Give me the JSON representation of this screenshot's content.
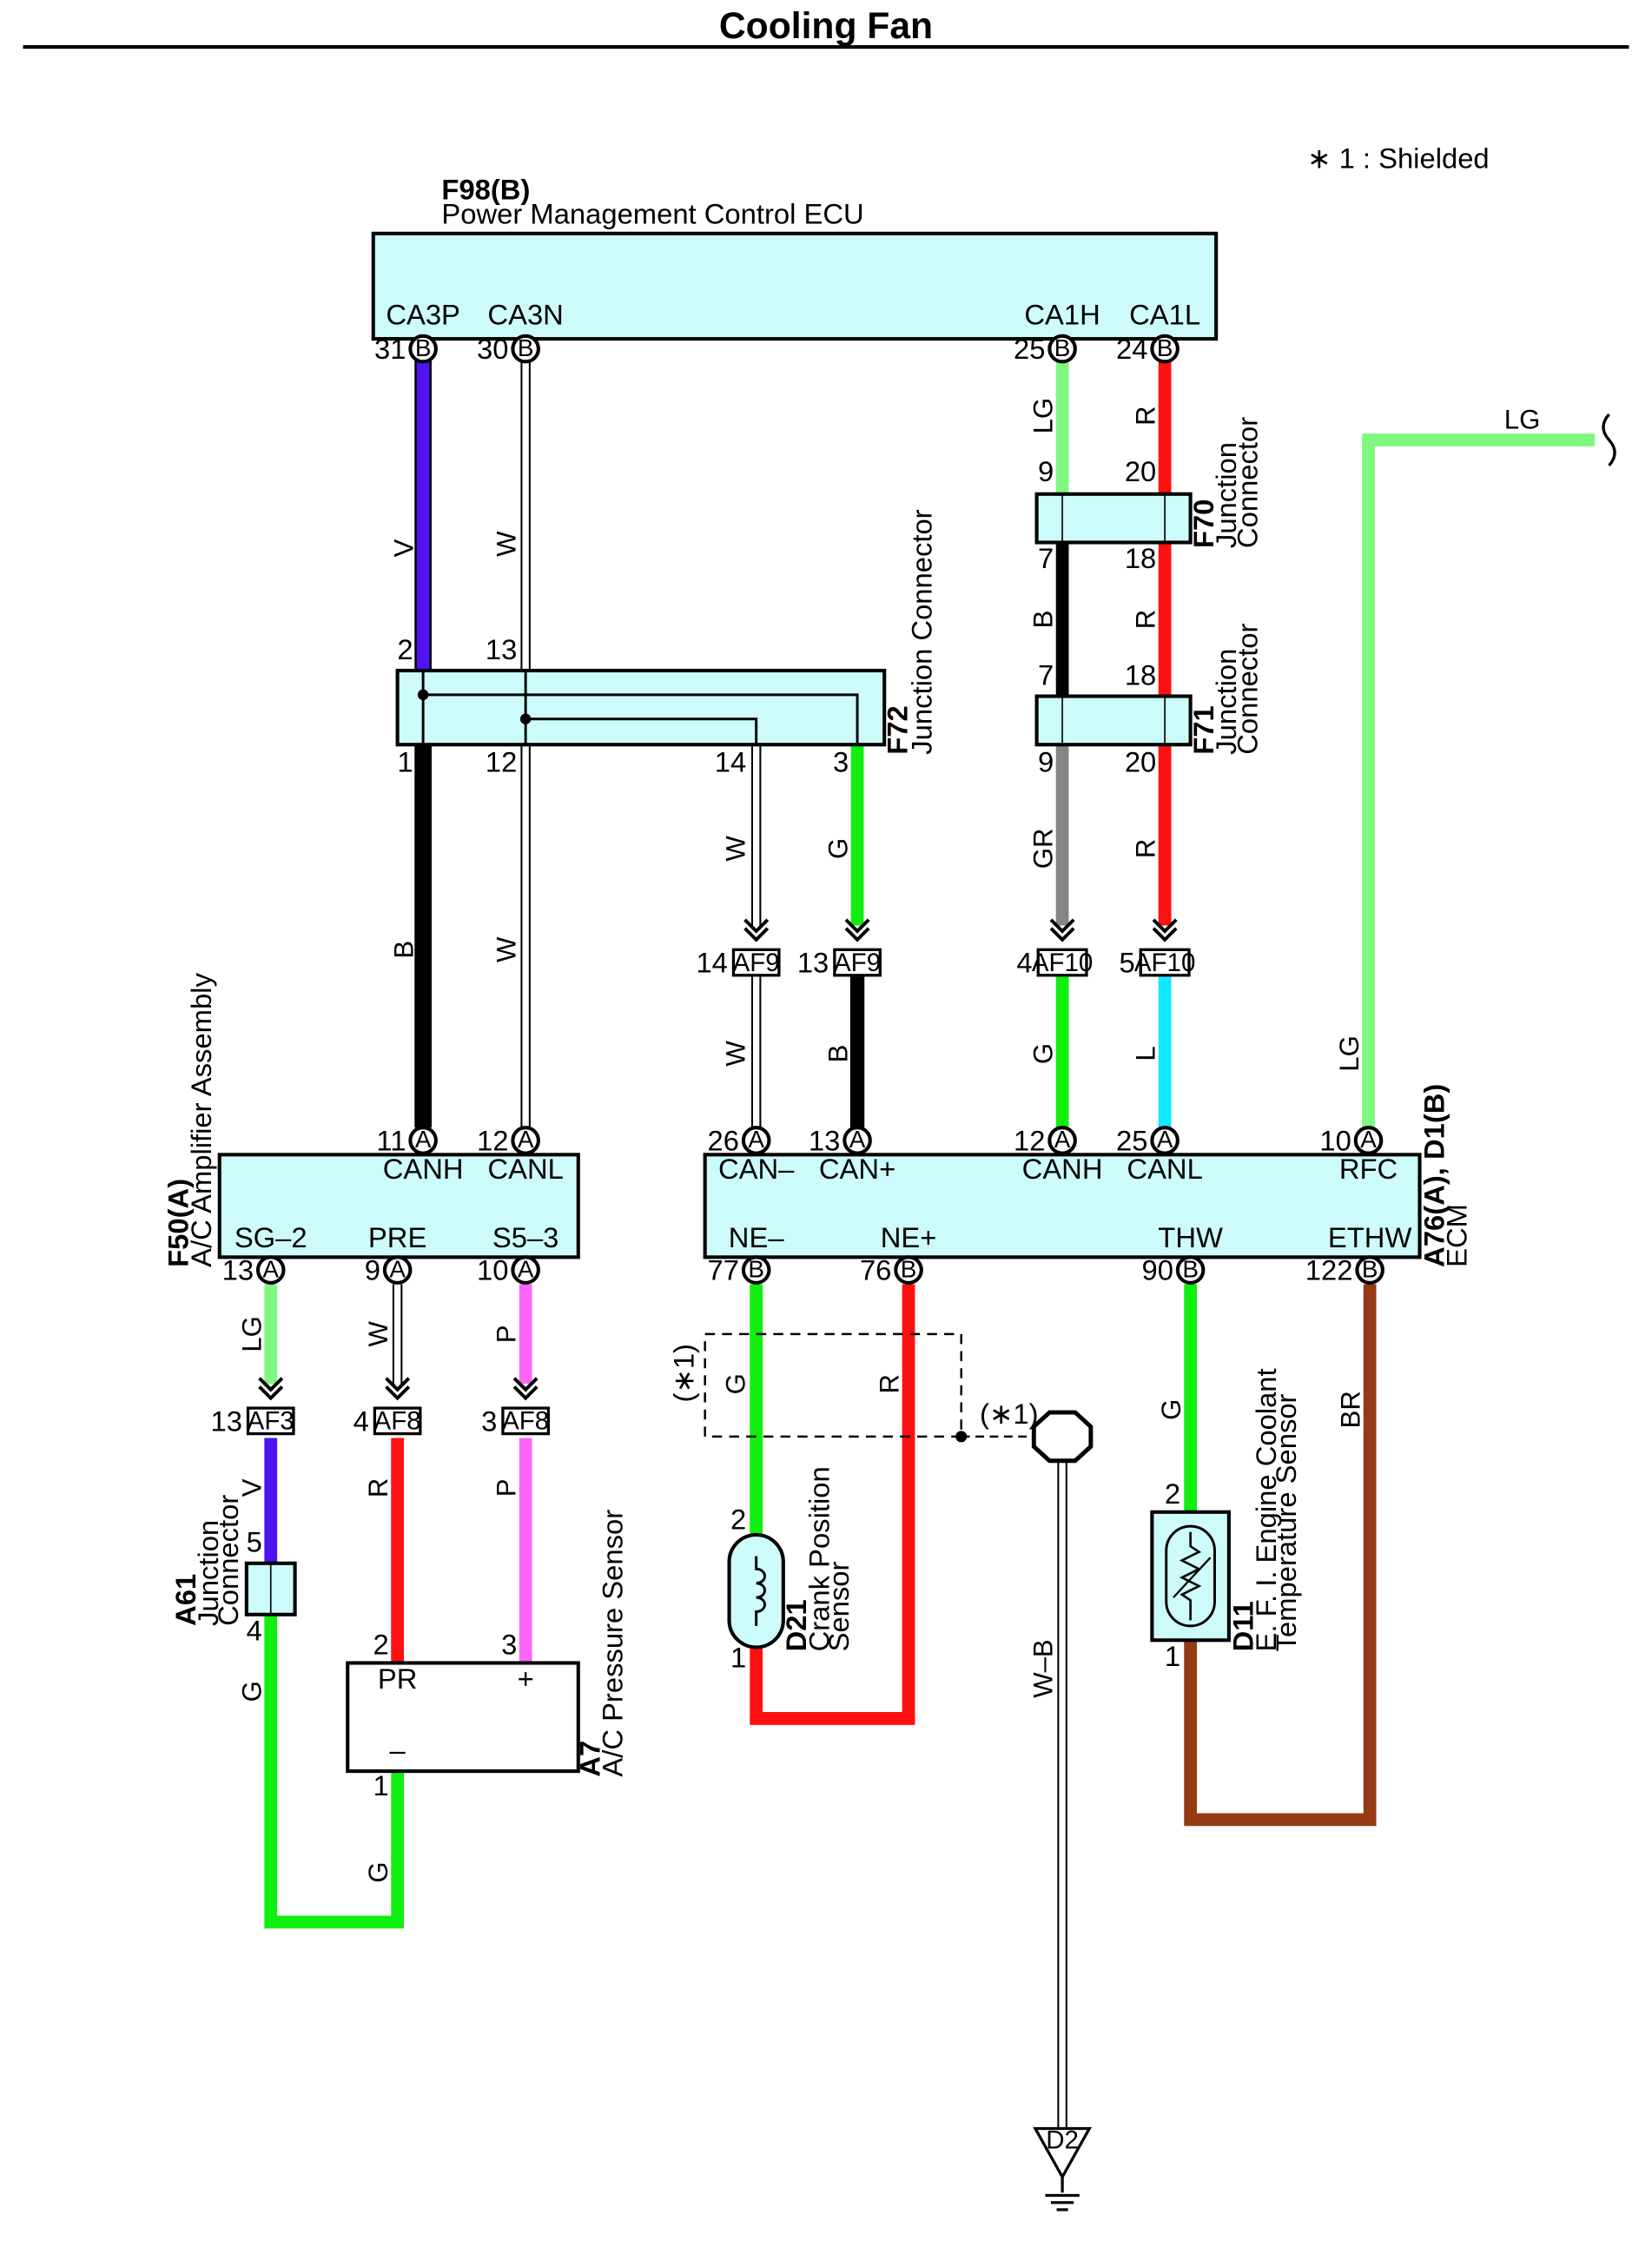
{
  "title": "Cooling Fan",
  "shield_note": "∗ 1 : Shielded",
  "shield_ref": "(∗1)",
  "colors": {
    "V": "#4f12f0",
    "W": "#ffffff",
    "LG": "#80f880",
    "R": "#ff1010",
    "B": "#000000",
    "G": "#10ef10",
    "GR": "#858585",
    "L": "#10e9ff",
    "P": "#fc66f7",
    "BR": "#943b14",
    "box_fill": "#cdfbfc"
  },
  "connectors": {
    "f98": {
      "id": "F98(B)",
      "name": "Power Management Control ECU",
      "pins": [
        {
          "num": "31",
          "cont": "B",
          "signal": "CA3P"
        },
        {
          "num": "30",
          "cont": "B",
          "signal": "CA3N"
        },
        {
          "num": "25",
          "cont": "B",
          "signal": "CA1H"
        },
        {
          "num": "24",
          "cont": "B",
          "signal": "CA1L"
        }
      ]
    },
    "f70": {
      "id": "F70",
      "name_line1": "Junction",
      "name_line2": "Connector",
      "pins": [
        "9",
        "20",
        "7",
        "18"
      ]
    },
    "f71": {
      "id": "F71",
      "name_line1": "Junction",
      "name_line2": "Connector",
      "pins": [
        "7",
        "18",
        "9",
        "20"
      ]
    },
    "f72": {
      "id": "F72",
      "name": "Junction Connector",
      "pins": [
        "2",
        "13",
        "1",
        "12",
        "14",
        "3"
      ]
    },
    "f50": {
      "id": "F50(A)",
      "name": "A/C Amplifier Assembly",
      "pins": [
        {
          "num": "11",
          "cont": "A",
          "signal": "CANH"
        },
        {
          "num": "12",
          "cont": "A",
          "signal": "CANL"
        },
        {
          "num": "13",
          "cont": "A",
          "signal": "SG–2"
        },
        {
          "num": "9",
          "cont": "A",
          "signal": "PRE"
        },
        {
          "num": "10",
          "cont": "A",
          "signal": "S5–3"
        }
      ]
    },
    "a76": {
      "id": "A76(A), D1(B)",
      "name": "ECM",
      "pins": [
        {
          "num": "26",
          "cont": "A",
          "signal": "CAN–"
        },
        {
          "num": "13",
          "cont": "A",
          "signal": "CAN+"
        },
        {
          "num": "12",
          "cont": "A",
          "signal": "CANH"
        },
        {
          "num": "25",
          "cont": "A",
          "signal": "CANL"
        },
        {
          "num": "10",
          "cont": "A",
          "signal": "RFC"
        },
        {
          "num": "77",
          "cont": "B",
          "signal": "NE–"
        },
        {
          "num": "76",
          "cont": "B",
          "signal": "NE+"
        },
        {
          "num": "90",
          "cont": "B",
          "signal": "THW"
        },
        {
          "num": "122",
          "cont": "B",
          "signal": "ETHW"
        }
      ]
    },
    "a61": {
      "id": "A61",
      "name_line1": "Junction",
      "name_line2": "Connector",
      "pins": [
        "5",
        "4"
      ]
    },
    "a7": {
      "id": "A7",
      "name": "A/C Pressure Sensor",
      "pins": [
        {
          "num": "2",
          "signal": "PR"
        },
        {
          "num": "3",
          "signal": "+"
        },
        {
          "num": "1",
          "signal": "–"
        }
      ]
    },
    "d21": {
      "id": "D21",
      "name_line1": "Crank Position",
      "name_line2": "Sensor",
      "pins": [
        "2",
        "1"
      ]
    },
    "d11": {
      "id": "D11",
      "name_line1": "E. F. I.  Engine Coolant",
      "name_line2": "Temperature Sensor",
      "pins": [
        "2",
        "1"
      ]
    }
  },
  "inline_connectors": [
    {
      "id": "AF9",
      "pin": "14"
    },
    {
      "id": "AF9",
      "pin": "13"
    },
    {
      "id": "AF10",
      "pin": "4"
    },
    {
      "id": "AF10",
      "pin": "5"
    },
    {
      "id": "AF3",
      "pin": "13"
    },
    {
      "id": "AF8",
      "pin": "4"
    },
    {
      "id": "AF8",
      "pin": "3"
    }
  ],
  "wire_labels": {
    "w_v_top": "V",
    "w_w_top": "W",
    "w_lg_top": "LG",
    "w_r_top": "R",
    "w_b_mid": "B",
    "w_r_mid": "R",
    "w_b_left": "B",
    "w_w_left": "W",
    "w_w_af9": "W",
    "w_g_af9": "G",
    "w_gr": "GR",
    "w_r_af10": "R",
    "w_w_ecm": "W",
    "w_b_ecm": "B",
    "w_g_ecm": "G",
    "w_l_ecm": "L",
    "w_lg_rfc": "LG",
    "w_lg_right_top": "LG",
    "w_lg_sg2": "LG",
    "w_w_pre": "W",
    "w_p_s53": "P",
    "w_v_a61": "V",
    "w_r_pr": "R",
    "w_p_plus": "P",
    "w_g_a61": "G",
    "w_g_a7": "G",
    "w_g_ne": "G",
    "w_r_ne": "R",
    "w_wb": "W–B",
    "w_g_thw": "G",
    "w_br_ethw": "BR"
  },
  "ground": {
    "id": "D2"
  }
}
